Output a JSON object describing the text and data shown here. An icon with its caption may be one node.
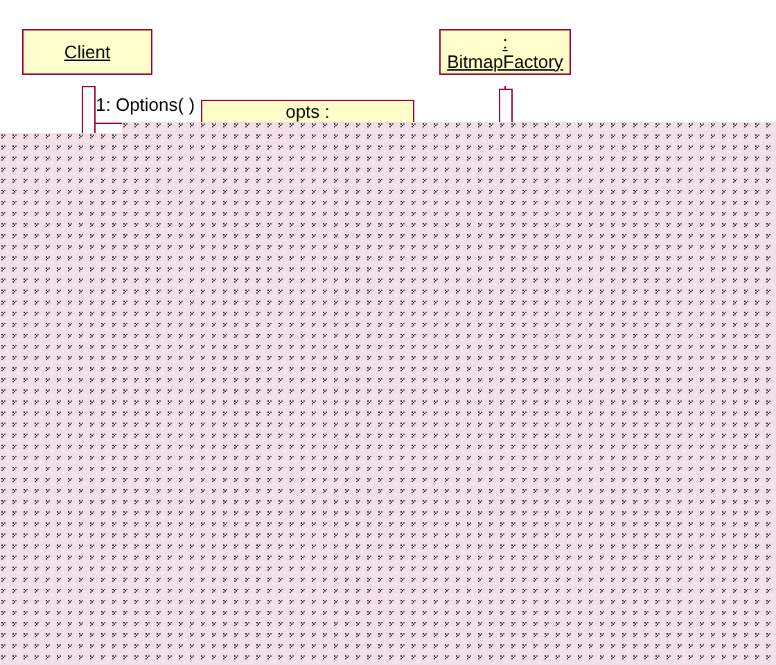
{
  "diagram": {
    "nodes": [
      {
        "text": [
          "Client"
        ]
      },
      {
        "text": [
          ": BitmapFactory"
        ]
      },
      {
        "text": [],
        "shape": "bar"
      },
      {
        "text": [],
        "shape": "bar"
      },
      {
        "text": [
          "opts :"
        ]
      }
    ],
    "edges": [
      {
        "from": 2,
        "to": null,
        "arrow": "none",
        "label": "1: Options( )"
      },
      {
        "from": 1,
        "to": 3,
        "arrow": "none",
        "style": "dashed"
      }
    ]
  }
}
